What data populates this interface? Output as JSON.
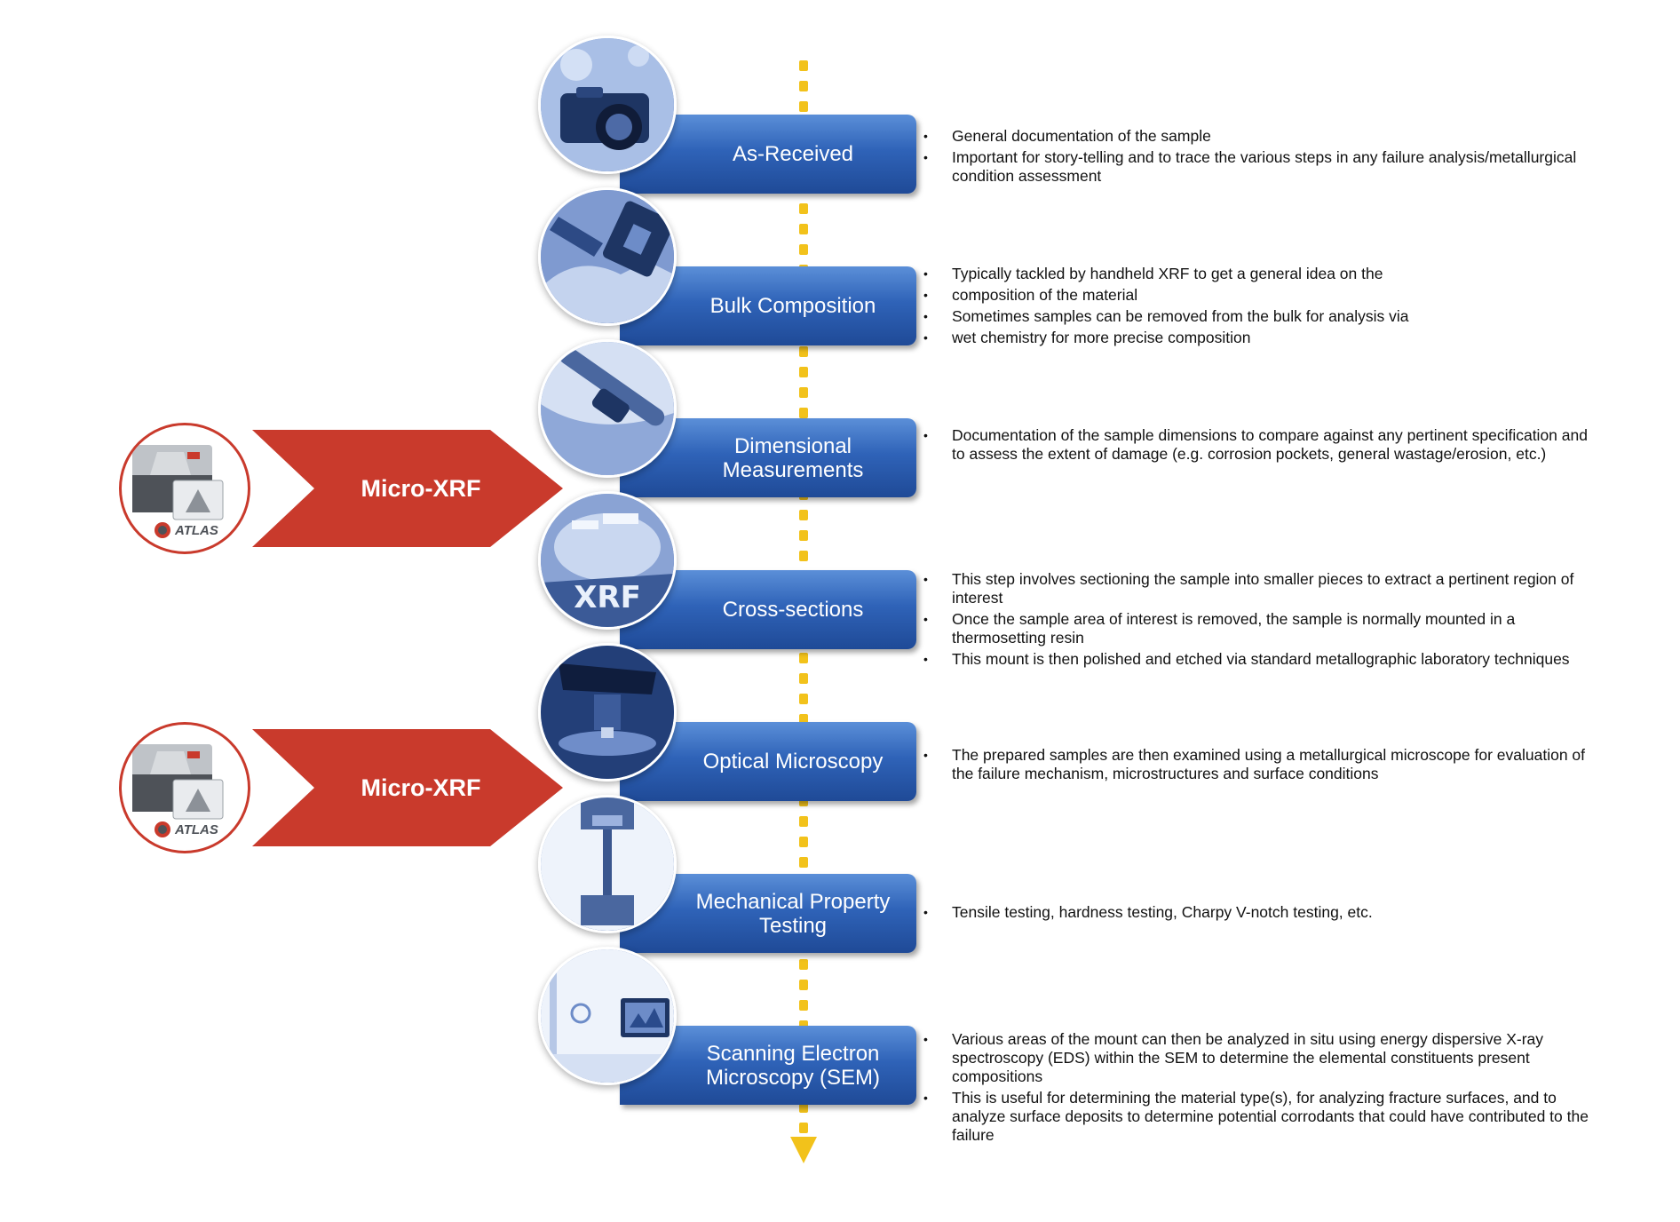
{
  "timeline": {
    "color": "#f2c21b"
  },
  "steps": [
    {
      "title": "As-Received",
      "icon": "camera-photo-icon",
      "bullets": [
        "General documentation of the sample",
        "Important for story-telling and to trace the various steps in any failure analysis/metallurgical condition assessment"
      ]
    },
    {
      "title": "Bulk Composition",
      "icon": "handheld-xrf-photo-icon",
      "bullets": [
        "Typically tackled by handheld XRF to get a general idea on the",
        "composition of the material",
        "Sometimes samples can be removed from the bulk for analysis via",
        "wet chemistry for more precise composition"
      ]
    },
    {
      "title": "Dimensional\nMeasurements",
      "icon": "caliper-photo-icon",
      "bullets": [
        "Documentation of the sample dimensions to compare against any pertinent specification and to assess the extent of damage (e.g. corrosion pockets, general wastage/erosion, etc.)"
      ]
    },
    {
      "title": "Cross-sections",
      "icon": "mounted-sample-photo-icon",
      "photo_text": "XRF",
      "bullets": [
        "This step involves sectioning the sample into smaller pieces to extract a pertinent region of interest",
        "Once the sample area of interest is removed, the sample is normally mounted in a thermosetting resin",
        "This mount is then polished and etched via standard metallographic laboratory techniques"
      ]
    },
    {
      "title": "Optical Microscopy",
      "icon": "microscope-photo-icon",
      "bullets": [
        "The prepared samples are then examined using a metallurgical microscope for evaluation of the failure mechanism, microstructures and surface conditions"
      ]
    },
    {
      "title": "Mechanical Property\nTesting",
      "icon": "tensile-tester-photo-icon",
      "bullets": [
        "Tensile testing, hardness testing, Charpy V-notch testing, etc."
      ]
    },
    {
      "title": "Scanning Electron\nMicroscopy (SEM)",
      "icon": "sem-station-photo-icon",
      "bullets": [
        "Various areas of the mount can then be analyzed in situ using energy dispersive X-ray spectroscopy (EDS) within the SEM to determine the elemental constituents present compositions",
        "This is useful for determining the material type(s), for analyzing fracture surfaces, and to analyze surface deposits to determine potential corrodants that could have contributed to the failure"
      ]
    }
  ],
  "callouts": [
    {
      "label": "Micro-XRF",
      "logo_text": "ATLAS",
      "color": "#c93a2c",
      "icon": "atlas-instrument-photo-icon"
    },
    {
      "label": "Micro-XRF",
      "logo_text": "ATLAS",
      "color": "#c93a2c",
      "icon": "atlas-instrument-photo-icon"
    }
  ]
}
